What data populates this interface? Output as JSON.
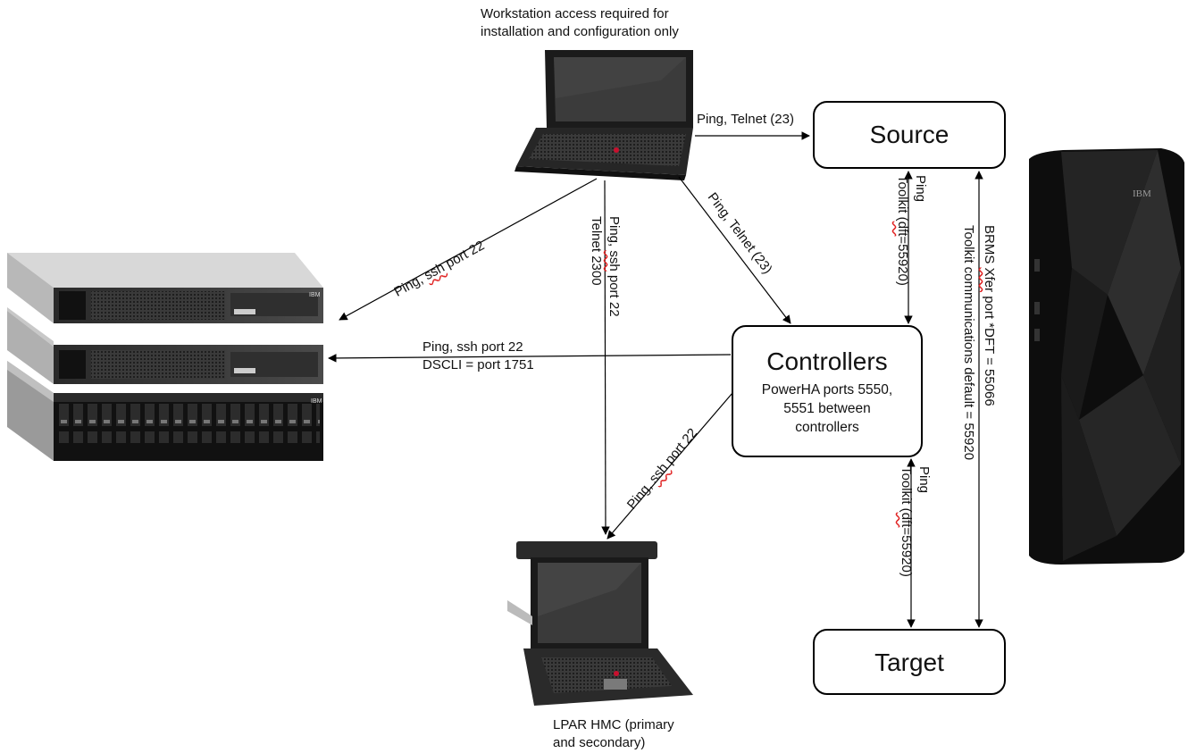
{
  "captions": {
    "workstation": [
      "Workstation access required for",
      "installation and configuration only"
    ],
    "hmc": [
      "LPAR HMC (primary",
      "and secondary)"
    ]
  },
  "nodes": {
    "source": {
      "title": "Source"
    },
    "controllers": {
      "title": "Controllers",
      "subtitle": [
        "PowerHA ports 5550,",
        "5551 between",
        "controllers"
      ]
    },
    "target": {
      "title": "Target"
    }
  },
  "labels": {
    "laptop_to_source": "Ping, Telnet (23)",
    "laptop_to_storage": {
      "pre": "Ping, ",
      "ul": "ssh",
      "post": " port 22"
    },
    "laptop_to_hmc_1": {
      "pre": "Ping, ",
      "ul": "ssh",
      "post": " port 22"
    },
    "laptop_to_hmc_2": "Telnet 2300",
    "laptop_to_controllers": "Ping, Telnet (23)",
    "controllers_to_storage_1": "Ping, ssh port 22",
    "controllers_to_storage_2": "DSCLI = port 1751",
    "controllers_to_hmc": {
      "pre": "Ping, ",
      "ul": "ssh",
      "post": " port 22"
    },
    "source_controllers_1": "Ping",
    "source_controllers_2": {
      "pre": "Toolkit (",
      "ul": "dft",
      "post": "=55920)"
    },
    "controllers_target_1": "Ping",
    "controllers_target_2": {
      "pre": "Toolkit (",
      "ul": "dft",
      "post": "=55920)"
    },
    "brms_1": {
      "pre": "BRMS ",
      "ul": "Xfer",
      "post": " port *DFT = 55066"
    },
    "brms_2": "Toolkit communications default = 55920"
  },
  "devices": {
    "laptop": "laptop-icon",
    "storage": "storage-server-icon",
    "hmc": "rack-console-icon",
    "mainframe": "ibm-mainframe-icon",
    "brand_text": "IBM"
  },
  "colors": {
    "line": "#000000",
    "annotation": "#e02020"
  }
}
